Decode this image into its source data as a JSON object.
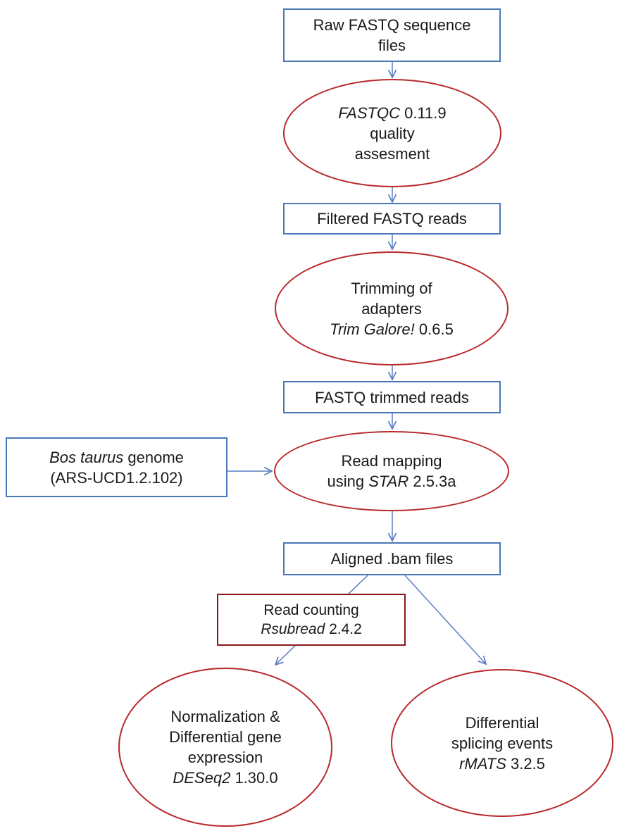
{
  "nodes": {
    "raw_fastq": {
      "line1": "Raw FASTQ sequence",
      "line2": "files"
    },
    "fastqc": {
      "tool": "FASTQC",
      "version": " 0.11.9",
      "line2": "quality",
      "line3": "assesment"
    },
    "filtered_fastq": {
      "label": "Filtered FASTQ reads"
    },
    "trimming": {
      "line1": "Trimming of",
      "line2": "adapters",
      "tool": "Trim Galore!",
      "version": " 0.6.5"
    },
    "trimmed_fastq": {
      "label": "FASTQ trimmed  reads"
    },
    "genome": {
      "species": "Bos taurus",
      "species_suffix": " genome",
      "line2": "(ARS-UCD1.2.102)"
    },
    "mapping": {
      "line1": "Read mapping",
      "prefix": "using ",
      "tool": "STAR",
      "version": " 2.5.3a"
    },
    "aligned": {
      "label": "Aligned .bam files"
    },
    "counting": {
      "line1": "Read counting",
      "tool": "Rsubread",
      "version": " 2.4.2"
    },
    "deseq": {
      "line1": "Normalization &",
      "line2": "Differential gene",
      "line3": "expression",
      "tool": "DESeq2",
      "version": " 1.30.0"
    },
    "rmats": {
      "line1": "Differential",
      "line2": "splicing  events",
      "tool": "rMATS",
      "version": " 3.2.5"
    }
  },
  "colors": {
    "box_border": "#4a78b5",
    "ellipse_border": "#b8282c",
    "counting_border": "#8b1a1a",
    "arrow": "#5b7fc0"
  }
}
